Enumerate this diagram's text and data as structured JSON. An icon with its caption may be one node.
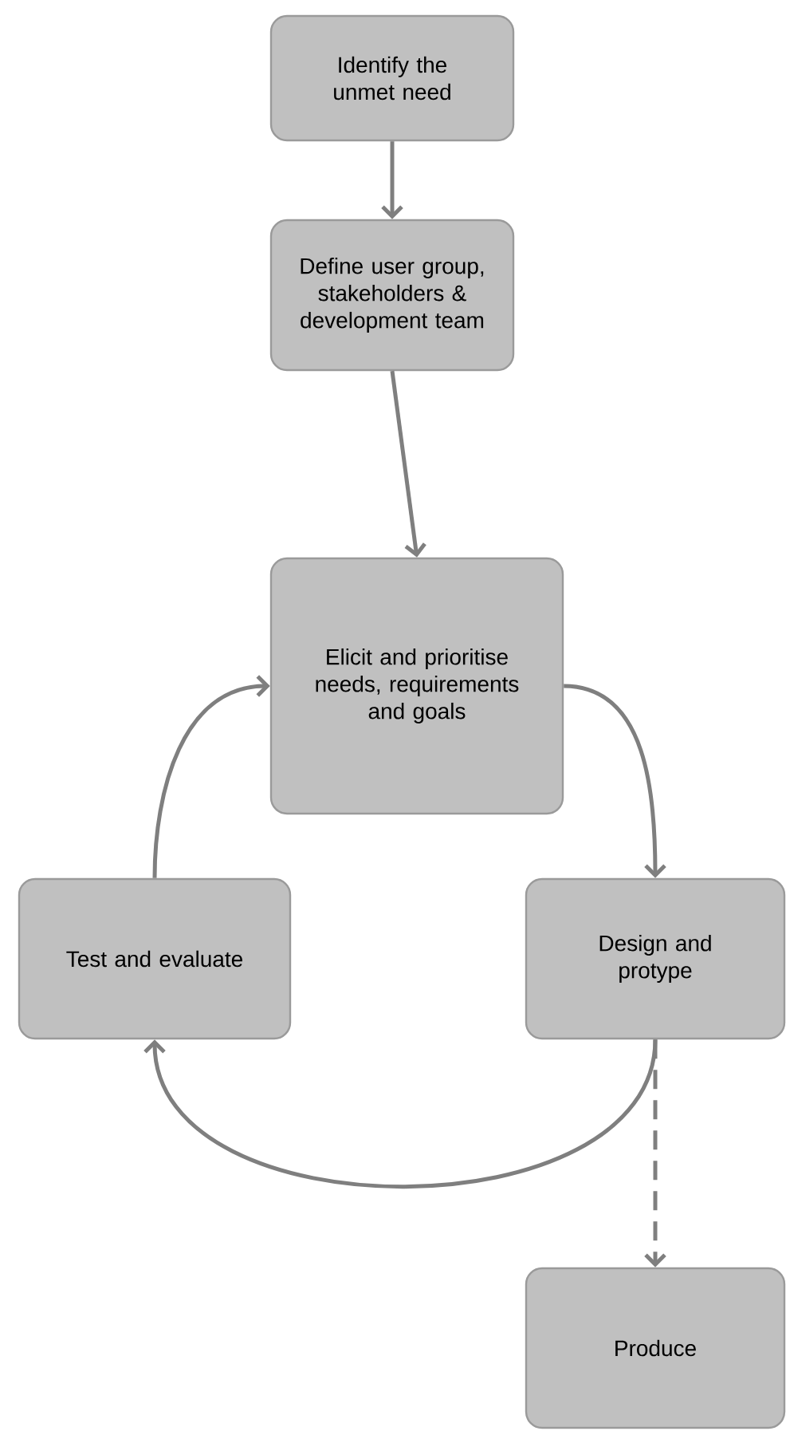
{
  "diagram": {
    "nodes": [
      {
        "text": [
          "Identify the unmet need"
        ]
      },
      {
        "text": [
          "Define user group, stakeholders & development team"
        ]
      },
      {
        "text": [
          "Elicit and prioritise needs, requirements and goals"
        ]
      },
      {
        "text": [
          "Test and evaluate"
        ]
      },
      {
        "text": [
          "Design and protype"
        ]
      },
      {
        "text": [
          "Produce"
        ]
      }
    ],
    "edges": [
      {
        "from": 0,
        "to": 1,
        "arrow": "to"
      },
      {
        "from": 1,
        "to": 2,
        "arrow": "to"
      },
      {
        "from": 2,
        "to": 4,
        "arrow": "to"
      },
      {
        "from": 4,
        "to": 3,
        "arrow": "to"
      },
      {
        "from": 3,
        "to": 2,
        "arrow": "to"
      },
      {
        "from": 4,
        "to": 5,
        "arrow": "to",
        "style": "dashed"
      }
    ]
  }
}
